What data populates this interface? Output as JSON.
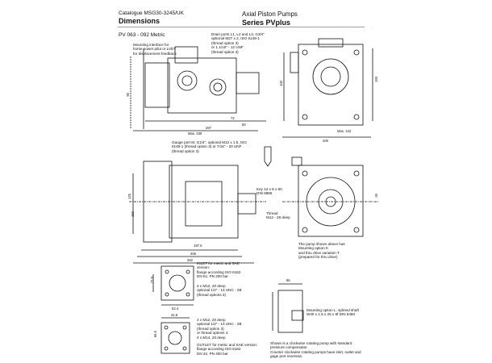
{
  "header": {
    "catalogue": "Catalogue MSG30-3245/UK",
    "title_left": "Dimensions",
    "subtitle_right": "Axial Piston Pumps",
    "title_right": "Series PVplus"
  },
  "section_label": "PV 063 - 092 Metric",
  "callouts": {
    "mounting_interface": "Mounting interface for\nhorse power pilot or LVDT\nfor displacement feedback",
    "drain_ports": "Drain ports L1, L2 and L3, G3/4\"\noptional M27 x 2, ISO 6149-1\n(thread option 3)\nor 1 1/16\" - 12 UNF\n(thread option 3)",
    "gauge_port": "Gauge port M, G1/4\", optional M12 x 1.5, ISO\n6149-1 (thread option 3) or 7/16\" - 20 UNF\n(thread option 3)",
    "key": "Key 12 x 8 x 80\nDIN 6885",
    "thread": "Thread\nM12 - 28 deep",
    "rotation_note": "The pump shown above has\nMounting option K\nand thru drive variation T\n(prepared for thru drive)",
    "inlet": "INLET for metric and SAE\nversion:\nflange according ISO 6162\nDN 51; PN 200 bar",
    "inlet_bolts": "4 x M12, 20 deep\noptional 1/2\" - 13 UNC - 2B\n(thread options 3)",
    "outlet_bolts": "4 x M12, 20 deep\noptional 1/2\" - 13 UNC - 2B\n(thread option 3)\nor thread options 4:\n4 x M14, 20 deep",
    "outlet": "OUTLET for metric and SAE version:\nflange according ISO 6162\nDN 32, PN 400 bar",
    "mounting_L": "Mounting option L, splined shaft\nW40 x 1.5 x 25 x 9f DIN 5480",
    "shown_note": "Shown is a clockwise rotating pump with standard\npressure compensator.\nCounter clockwise rotating pumps have inlet, outlet and\ngage port reversed."
  },
  "dimensions": {
    "d287": "287",
    "dmax330": "Max. 330",
    "d50": "50",
    "d72": "72",
    "d90": "90",
    "d200": "200",
    "d100": "100",
    "dmax122": "Max. 122",
    "d193": "193",
    "d1975": "197.5",
    "d206": "206",
    "d262": "262",
    "d125": "125",
    "d160": "160",
    "d45": "45",
    "d279": "27.9",
    "d524": "52.4",
    "d318": "31.8",
    "d666": "66.6",
    "d86": "86"
  }
}
